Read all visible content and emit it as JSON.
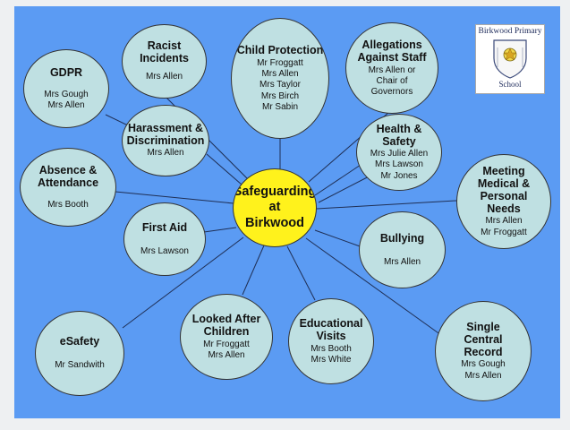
{
  "center": {
    "title_lines": [
      "Safeguarding",
      "at",
      "Birkwood"
    ]
  },
  "logo": {
    "name": "Birkwood Primary",
    "school": "School"
  },
  "nodes": {
    "racist": {
      "title": [
        "Racist",
        "Incidents"
      ],
      "people": [
        "Mrs Allen"
      ]
    },
    "child_protection": {
      "title": [
        "Child Protection"
      ],
      "people": [
        "Mr Froggatt",
        "Mrs Allen",
        "Mrs Taylor",
        "Mrs Birch",
        "Mr Sabin"
      ]
    },
    "allegations": {
      "title": [
        "Allegations",
        "Against Staff"
      ],
      "people": [
        "Mrs Allen or",
        "Chair of",
        "Governors"
      ]
    },
    "gdpr": {
      "title": [
        "GDPR"
      ],
      "people": [
        "Mrs Gough",
        "Mrs Allen"
      ]
    },
    "harassment": {
      "title": [
        "Harassment &",
        "Discrimination"
      ],
      "people": [
        "Mrs Allen"
      ]
    },
    "health_safety": {
      "title": [
        "Health &",
        "Safety"
      ],
      "people": [
        "Mrs Julie Allen",
        "Mrs Lawson",
        "Mr Jones"
      ]
    },
    "absence": {
      "title": [
        "Absence &",
        "Attendance"
      ],
      "people": [
        "Mrs Booth"
      ]
    },
    "medical": {
      "title": [
        "Meeting",
        "Medical &",
        "Personal",
        "Needs"
      ],
      "people": [
        "Mrs Allen",
        "Mr Froggatt"
      ]
    },
    "first_aid": {
      "title": [
        "First Aid"
      ],
      "people": [
        "Mrs Lawson"
      ]
    },
    "bullying": {
      "title": [
        "Bullying"
      ],
      "people": [
        "Mrs Allen"
      ]
    },
    "esafety": {
      "title": [
        "eSafety"
      ],
      "people": [
        "Mr Sandwith"
      ]
    },
    "looked_after": {
      "title": [
        "Looked After",
        "Children"
      ],
      "people": [
        "Mr Froggatt",
        "Mrs Allen"
      ]
    },
    "educational": {
      "title": [
        "Educational",
        "Visits"
      ],
      "people": [
        "Mrs Booth",
        "Mrs White"
      ]
    },
    "single_central": {
      "title": [
        "Single",
        "Central",
        "Record"
      ],
      "people": [
        "Mrs Gough",
        "Mrs Allen"
      ]
    }
  }
}
